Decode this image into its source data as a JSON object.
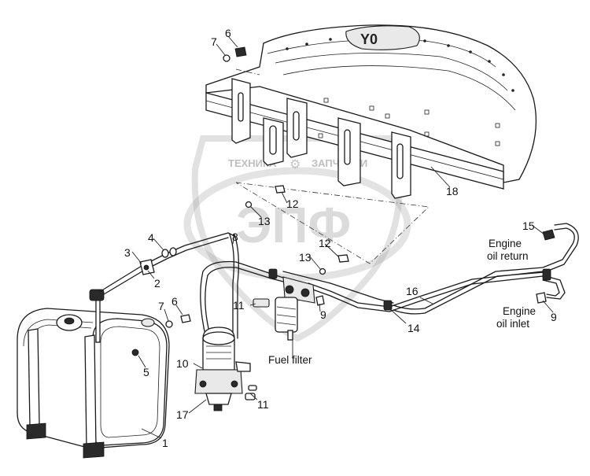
{
  "watermark": {
    "top_text": "ТЕХНИКА",
    "top_text_right": "ЗАПЧАСТИ",
    "logo_text": "ЭПФ"
  },
  "callouts": [
    {
      "id": "c1",
      "text": "1"
    },
    {
      "id": "c2",
      "text": "2"
    },
    {
      "id": "c3",
      "text": "3"
    },
    {
      "id": "c4",
      "text": "4"
    },
    {
      "id": "c5",
      "text": "5"
    },
    {
      "id": "c6a",
      "text": "6"
    },
    {
      "id": "c6b",
      "text": "6"
    },
    {
      "id": "c7a",
      "text": "7"
    },
    {
      "id": "c7b",
      "text": "7"
    },
    {
      "id": "c8",
      "text": "8"
    },
    {
      "id": "c9a",
      "text": "9"
    },
    {
      "id": "c9b",
      "text": "9"
    },
    {
      "id": "c10",
      "text": "10"
    },
    {
      "id": "c11a",
      "text": "11"
    },
    {
      "id": "c11b",
      "text": "11"
    },
    {
      "id": "c12a",
      "text": "12"
    },
    {
      "id": "c12b",
      "text": "12"
    },
    {
      "id": "c13a",
      "text": "13"
    },
    {
      "id": "c13b",
      "text": "13"
    },
    {
      "id": "c14",
      "text": "14"
    },
    {
      "id": "c15",
      "text": "15"
    },
    {
      "id": "c16",
      "text": "16"
    },
    {
      "id": "c17",
      "text": "17"
    },
    {
      "id": "c18",
      "text": "18"
    }
  ],
  "labels": {
    "engine_oil_return_1": "Engine",
    "engine_oil_return_2": "oil return",
    "engine_oil_inlet_1": "Engine",
    "engine_oil_inlet_2": "oil inlet",
    "fuel_filter": "Fuel filter"
  }
}
